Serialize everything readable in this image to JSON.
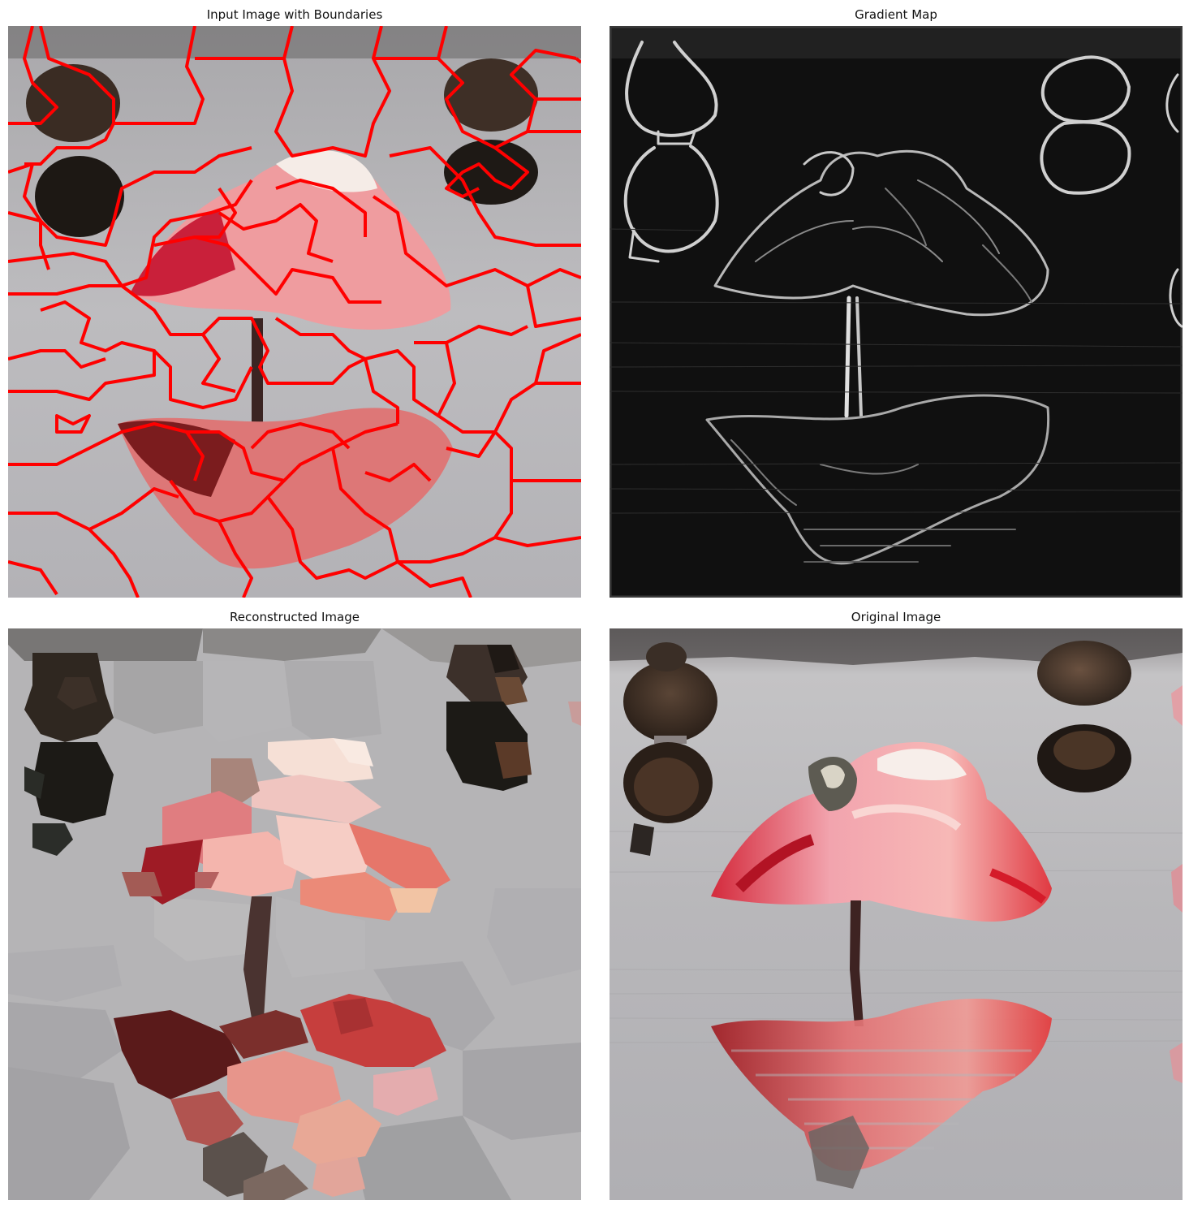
{
  "panels": {
    "top_left": {
      "title": "Input Image with Boundaries"
    },
    "top_right": {
      "title": "Gradient Map"
    },
    "bottom_left": {
      "title": "Reconstructed Image"
    },
    "bottom_right": {
      "title": "Original Image"
    }
  },
  "colors": {
    "water": "#b7b6b8",
    "boundary": "#ff0000",
    "flamingo_pink": "#f2a7a6",
    "flamingo_red": "#d9283a",
    "duck_dark": "#2a211c",
    "gradient_bg": "#0f0f0f",
    "gradient_edge": "#d8d8d8"
  }
}
